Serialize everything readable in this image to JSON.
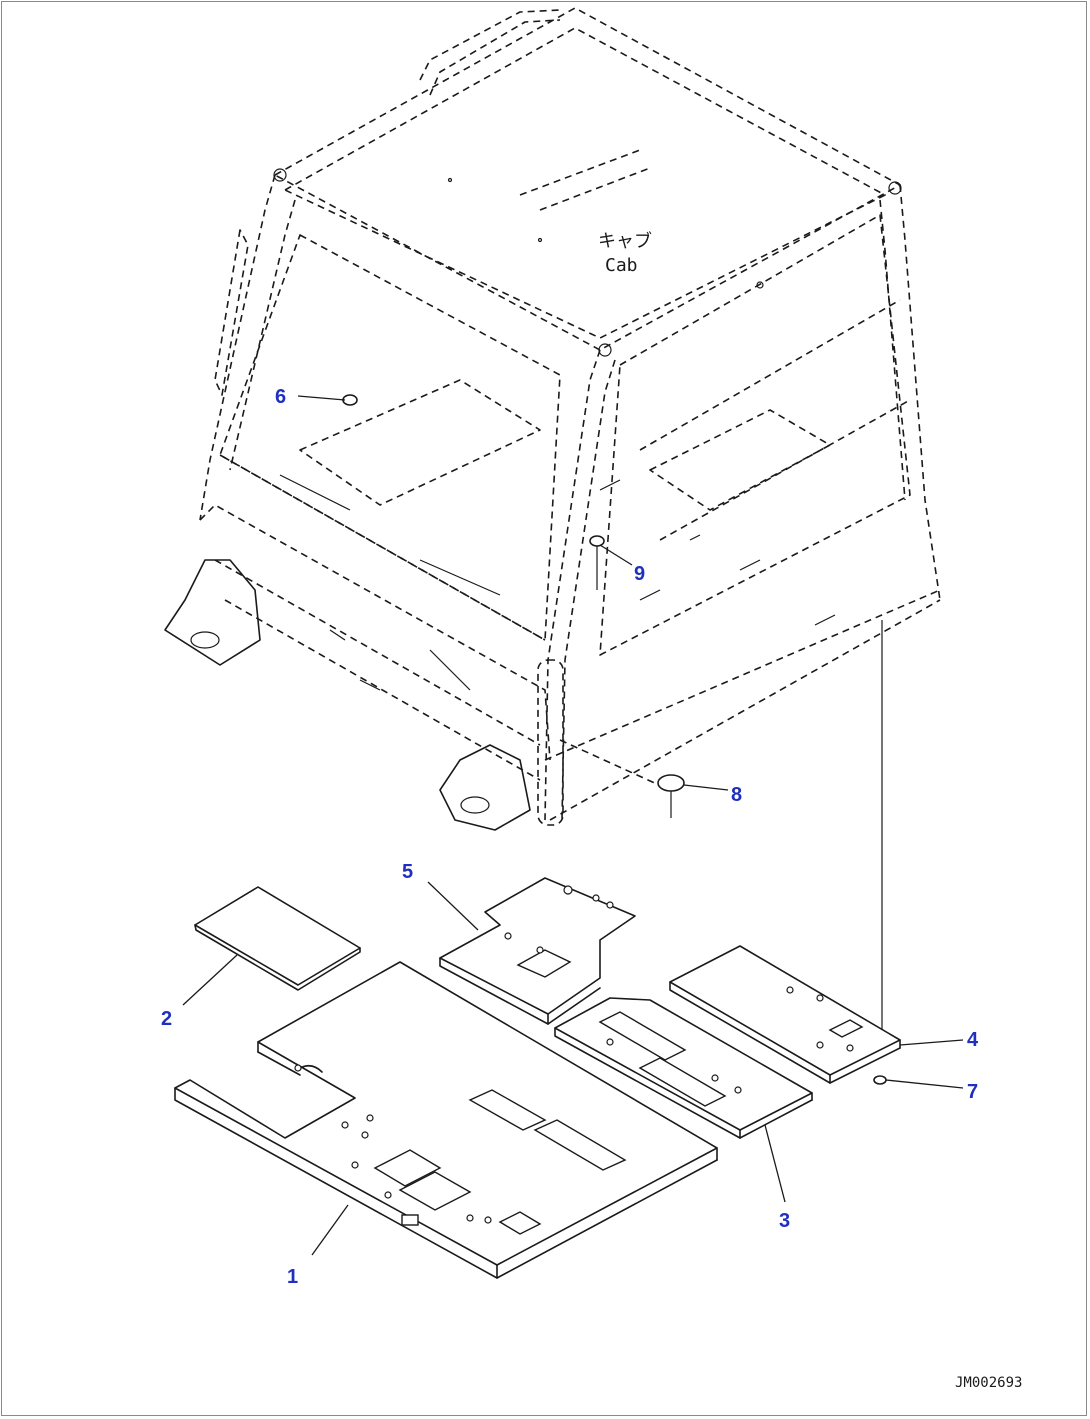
{
  "drawing": {
    "cab_label_jp": "キャブ",
    "cab_label_en": "Cab",
    "drawing_code": "JM002693"
  },
  "callouts": [
    {
      "id": "1",
      "label": "1"
    },
    {
      "id": "2",
      "label": "2"
    },
    {
      "id": "3",
      "label": "3"
    },
    {
      "id": "4",
      "label": "4"
    },
    {
      "id": "5",
      "label": "5"
    },
    {
      "id": "6",
      "label": "6"
    },
    {
      "id": "7",
      "label": "7"
    },
    {
      "id": "8",
      "label": "8"
    },
    {
      "id": "9",
      "label": "9"
    }
  ],
  "colors": {
    "callout": "#1f2fbf",
    "line": "#1a1a1a",
    "background": "#ffffff"
  }
}
